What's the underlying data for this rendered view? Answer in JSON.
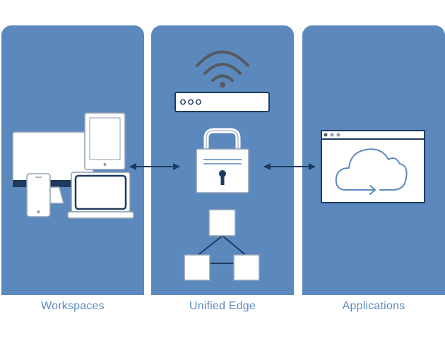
{
  "colors": {
    "panel": "#5b89bd",
    "dark_navy": "#1f3a5f",
    "device_fill": "#ffffff",
    "device_outline": "#8e9eb0",
    "wifi": "#55595e",
    "caption": "#5b89bd",
    "arrow": "#1f3a5f"
  },
  "panels": [
    {
      "caption": "Workspaces",
      "icons": [
        "monitor-icon",
        "tablet-icon",
        "phone-icon",
        "laptop-icon"
      ]
    },
    {
      "caption": "Unified Edge",
      "icons": [
        "wifi-icon",
        "router-icon",
        "padlock-icon",
        "network-topology-icon"
      ]
    },
    {
      "caption": "Applications",
      "icons": [
        "browser-window-icon",
        "cloud-sync-icon"
      ]
    }
  ],
  "arrows": [
    "bidirectional-arrow-left",
    "bidirectional-arrow-right"
  ]
}
